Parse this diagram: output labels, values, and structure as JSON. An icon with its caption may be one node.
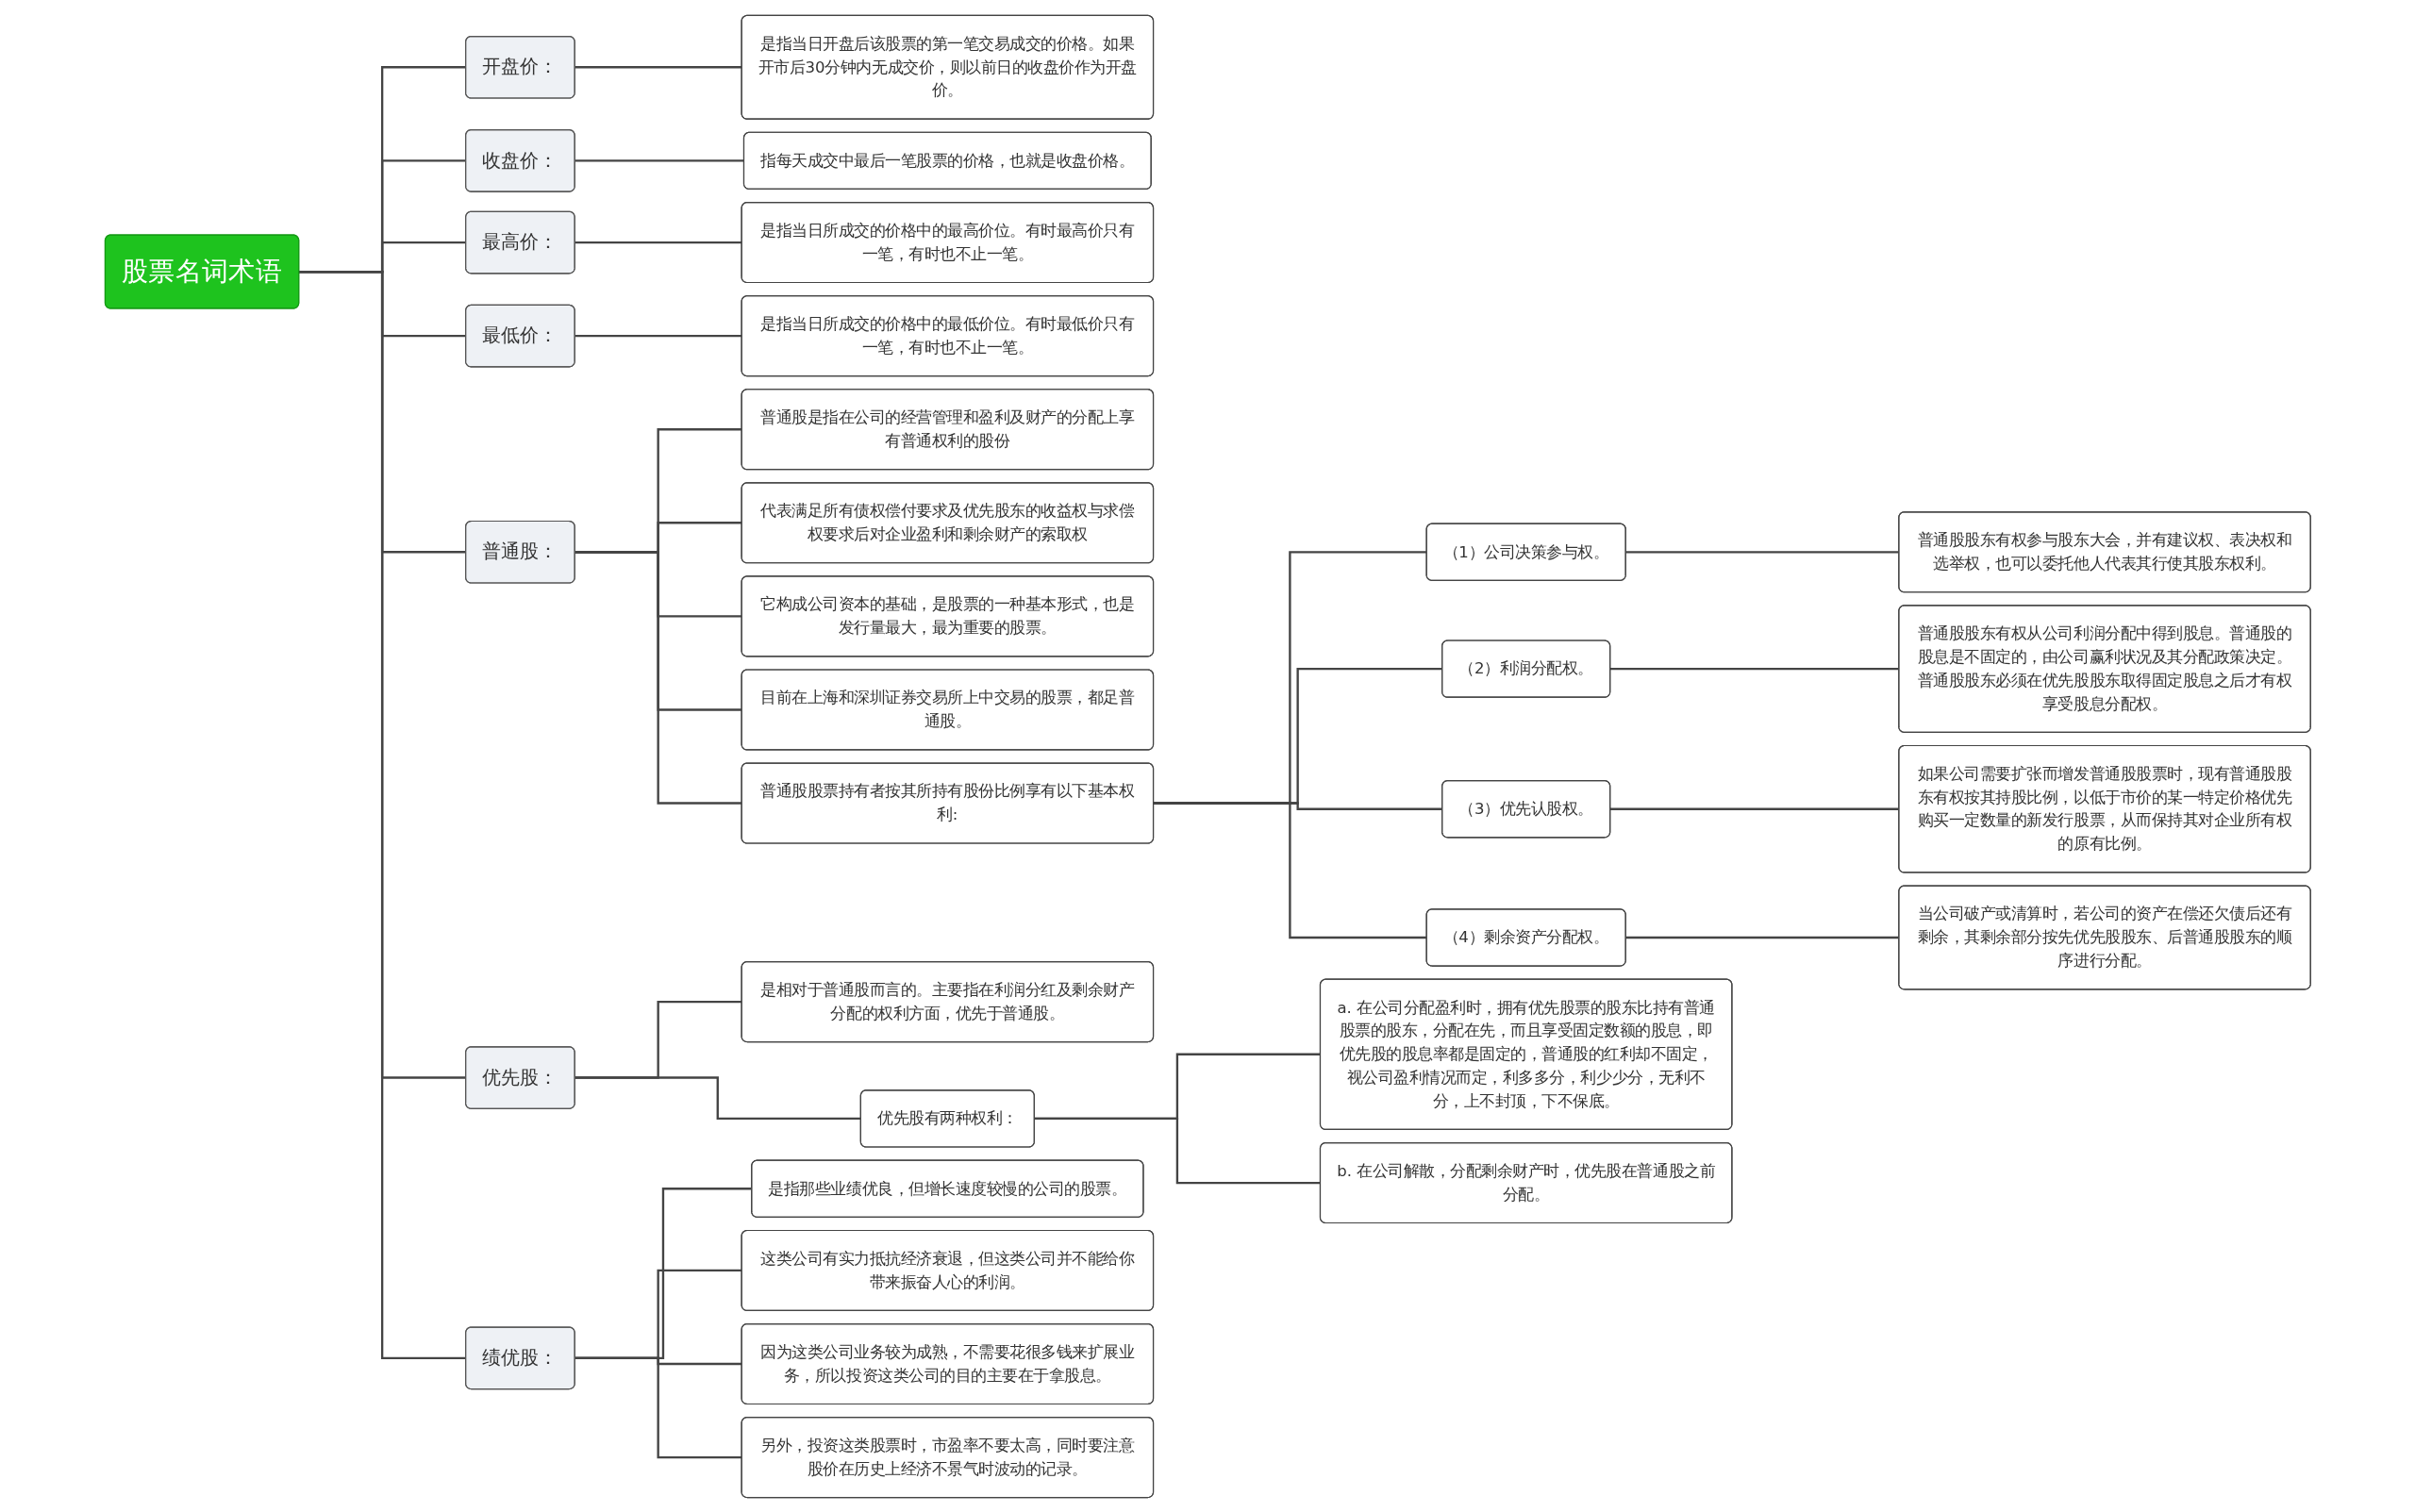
{
  "diagram": {
    "nodes": [
      {
        "text": [
          "股票名词术语"
        ]
      },
      {
        "text": [
          "开盘价："
        ]
      },
      {
        "text": [
          "是指当日开盘后该股票的第一笔交易成交的价格。如果开市后30分钟内无成交价，则以前日的收盘价作为开盘价。"
        ]
      },
      {
        "text": [
          "收盘价："
        ]
      },
      {
        "text": [
          "指每天成交中最后一笔股票的价格，也就是收盘价格。"
        ]
      },
      {
        "text": [
          "最高价："
        ]
      },
      {
        "text": [
          "是指当日所成交的价格中的最高价位。有时最高价只有一笔，有时也不止一笔。"
        ]
      },
      {
        "text": [
          "最低价："
        ]
      },
      {
        "text": [
          "是指当日所成交的价格中的最低价位。有时最低价只有一笔，有时也不止一笔。"
        ]
      },
      {
        "text": [
          "普通股："
        ]
      },
      {
        "text": [
          "普通股是指在公司的经营管理和盈利及财产的分配上享有普通权利的股份"
        ]
      },
      {
        "text": [
          "代表满足所有债权偿付要求及优先股东的收益权与求偿权要求后对企业盈利和剩余财产的索取权"
        ]
      },
      {
        "text": [
          "它构成公司资本的基础，是股票的一种基本形式，也是发行量最大，最为重要的股票。"
        ]
      },
      {
        "text": [
          "目前在上海和深圳证券交易所上中交易的股票，都足普通股。"
        ]
      },
      {
        "text": [
          "普通股股票持有者按其所持有股份比例享有以下基本权利:"
        ]
      },
      {
        "text": [
          "（1）公司决策参与权。"
        ]
      },
      {
        "text": [
          "普通股股东有权参与股东大会，并有建议权、表决权和选举权，也可以委托他人代表其行使其股东权利。"
        ]
      },
      {
        "text": [
          "（2）利润分配权。"
        ]
      },
      {
        "text": [
          "普通股股东有权从公司利润分配中得到股息。普通股的股息是不固定的，由公司赢利状况及其分配政策决定。普通股股东必须在优先股股东取得固定股息之后才有权享受股息分配权。"
        ]
      },
      {
        "text": [
          "（3）优先认股权。"
        ]
      },
      {
        "text": [
          "如果公司需要扩张而增发普通股股票时，现有普通股股东有权按其持股比例，以低于市价的某一特定价格优先购买一定数量的新发行股票，从而保持其对企业所有权的原有比例。"
        ]
      },
      {
        "text": [
          "（4）剩余资产分配权。"
        ]
      },
      {
        "text": [
          "当公司破产或清算时，若公司的资产在偿还欠债后还有剩余，其剩余部分按先优先股股东、后普通股股东的顺序进行分配。"
        ]
      },
      {
        "text": [
          "优先股："
        ]
      },
      {
        "text": [
          "是相对于普通股而言的。主要指在利润分红及剩余财产分配的权利方面，优先于普通股。"
        ]
      },
      {
        "text": [
          "优先股有两种权利："
        ]
      },
      {
        "text": [
          "a. 在公司分配盈利时，拥有优先股票的股东比持有普通股票的股东，分配在先，而且享受固定数额的股息，即优先股的股息率都是固定的，普通股的红利却不固定，视公司盈利情况而定，利多多分，利少少分，无利不分，上不封顶，下不保底。"
        ]
      },
      {
        "text": [
          "b. 在公司解散，分配剩余财产时，优先股在普通股之前分配。"
        ]
      },
      {
        "text": [
          "绩优股："
        ]
      },
      {
        "text": [
          "是指那些业绩优良，但增长速度较慢的公司的股票。"
        ]
      },
      {
        "text": [
          "这类公司有实力抵抗经济衰退，但这类公司并不能给你带来振奋人心的利润。"
        ]
      },
      {
        "text": [
          "因为这类公司业务较为成熟，不需要花很多钱来扩展业务，所以投资这类公司的目的主要在于拿股息。"
        ]
      },
      {
        "text": [
          "另外，投资这类股票时，市盈率不要太高，同时要注意股价在历史上经济不景气时波动的记录。"
        ]
      }
    ],
    "edges": [
      {
        "from": 0,
        "to": 1,
        "arrow": "none"
      },
      {
        "from": 1,
        "to": 2,
        "arrow": "none"
      },
      {
        "from": 0,
        "to": 3,
        "arrow": "none"
      },
      {
        "from": 3,
        "to": 4,
        "arrow": "none"
      },
      {
        "from": 0,
        "to": 5,
        "arrow": "none"
      },
      {
        "from": 5,
        "to": 6,
        "arrow": "none"
      },
      {
        "from": 0,
        "to": 7,
        "arrow": "none"
      },
      {
        "from": 7,
        "to": 8,
        "arrow": "none"
      },
      {
        "from": 0,
        "to": 9,
        "arrow": "none"
      },
      {
        "from": 9,
        "to": 10,
        "arrow": "none"
      },
      {
        "from": 9,
        "to": 11,
        "arrow": "none"
      },
      {
        "from": 9,
        "to": 12,
        "arrow": "none"
      },
      {
        "from": 9,
        "to": 13,
        "arrow": "none"
      },
      {
        "from": 9,
        "to": 14,
        "arrow": "none"
      },
      {
        "from": 14,
        "to": 15,
        "arrow": "none"
      },
      {
        "from": 15,
        "to": 16,
        "arrow": "none"
      },
      {
        "from": 14,
        "to": 17,
        "arrow": "none"
      },
      {
        "from": 17,
        "to": 18,
        "arrow": "none"
      },
      {
        "from": 14,
        "to": 19,
        "arrow": "none"
      },
      {
        "from": 19,
        "to": 20,
        "arrow": "none"
      },
      {
        "from": 14,
        "to": 21,
        "arrow": "none"
      },
      {
        "from": 21,
        "to": 22,
        "arrow": "none"
      },
      {
        "from": 0,
        "to": 23,
        "arrow": "none"
      },
      {
        "from": 23,
        "to": 24,
        "arrow": "none"
      },
      {
        "from": 23,
        "to": 25,
        "arrow": "none"
      },
      {
        "from": 25,
        "to": 26,
        "arrow": "none"
      },
      {
        "from": 25,
        "to": 27,
        "arrow": "none"
      },
      {
        "from": 0,
        "to": 28,
        "arrow": "none"
      },
      {
        "from": 28,
        "to": 29,
        "arrow": "none"
      },
      {
        "from": 28,
        "to": 30,
        "arrow": "none"
      },
      {
        "from": 28,
        "to": 31,
        "arrow": "none"
      },
      {
        "from": 28,
        "to": 32,
        "arrow": "none"
      }
    ]
  }
}
